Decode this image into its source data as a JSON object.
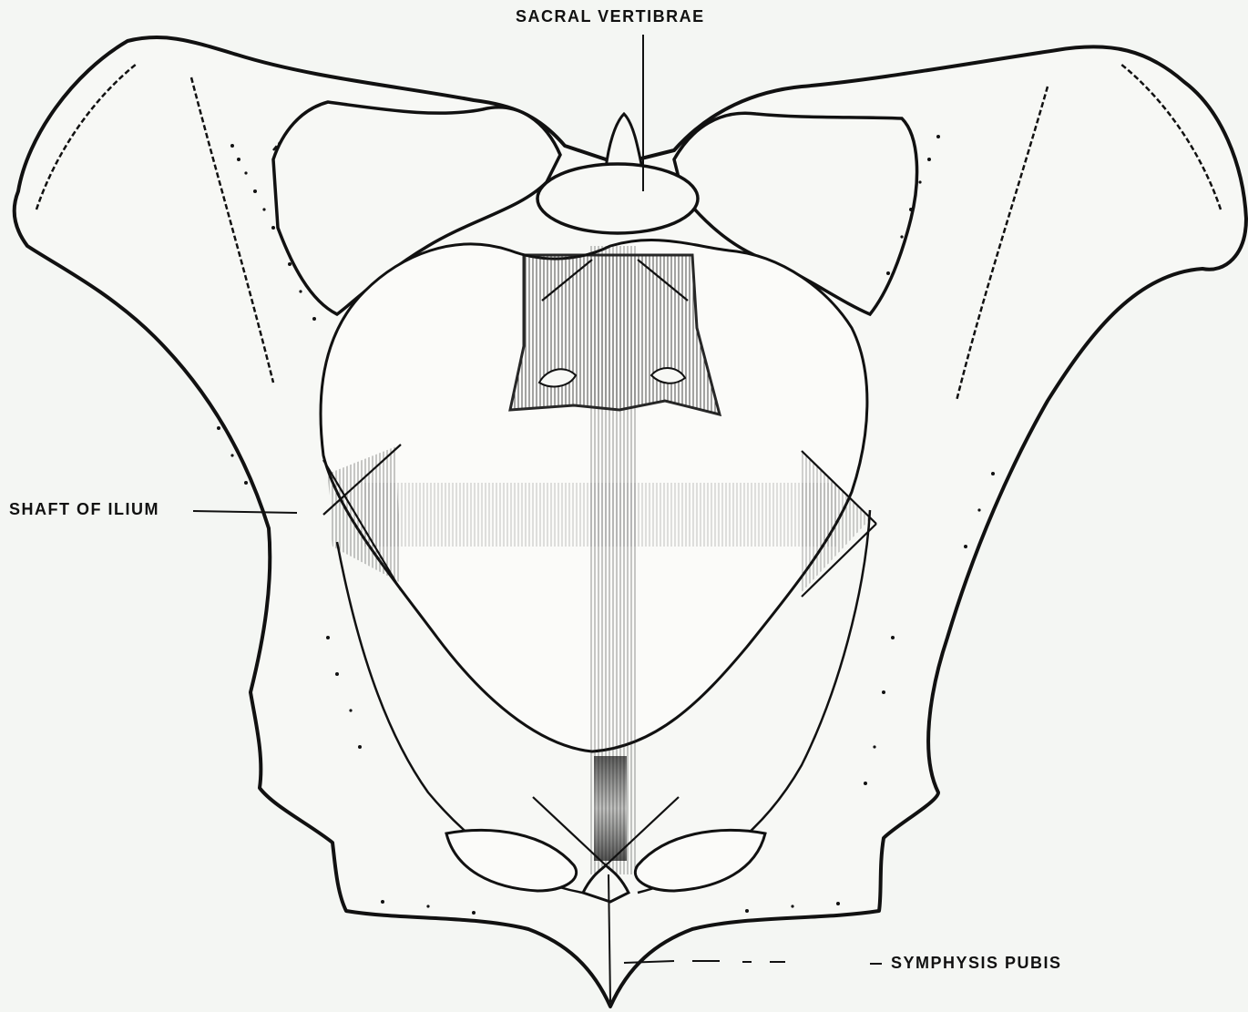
{
  "labels": {
    "sacral_vertebrae": "SACRAL VERTIBRAE",
    "shaft_of_ilium": "SHAFT OF ILIUM",
    "symphysis_pubis": "SYMPHYSIS PUBIS"
  },
  "colors": {
    "background": "#f4f6f3",
    "ink": "#111111",
    "bone_fill": "#f7f8f5"
  }
}
